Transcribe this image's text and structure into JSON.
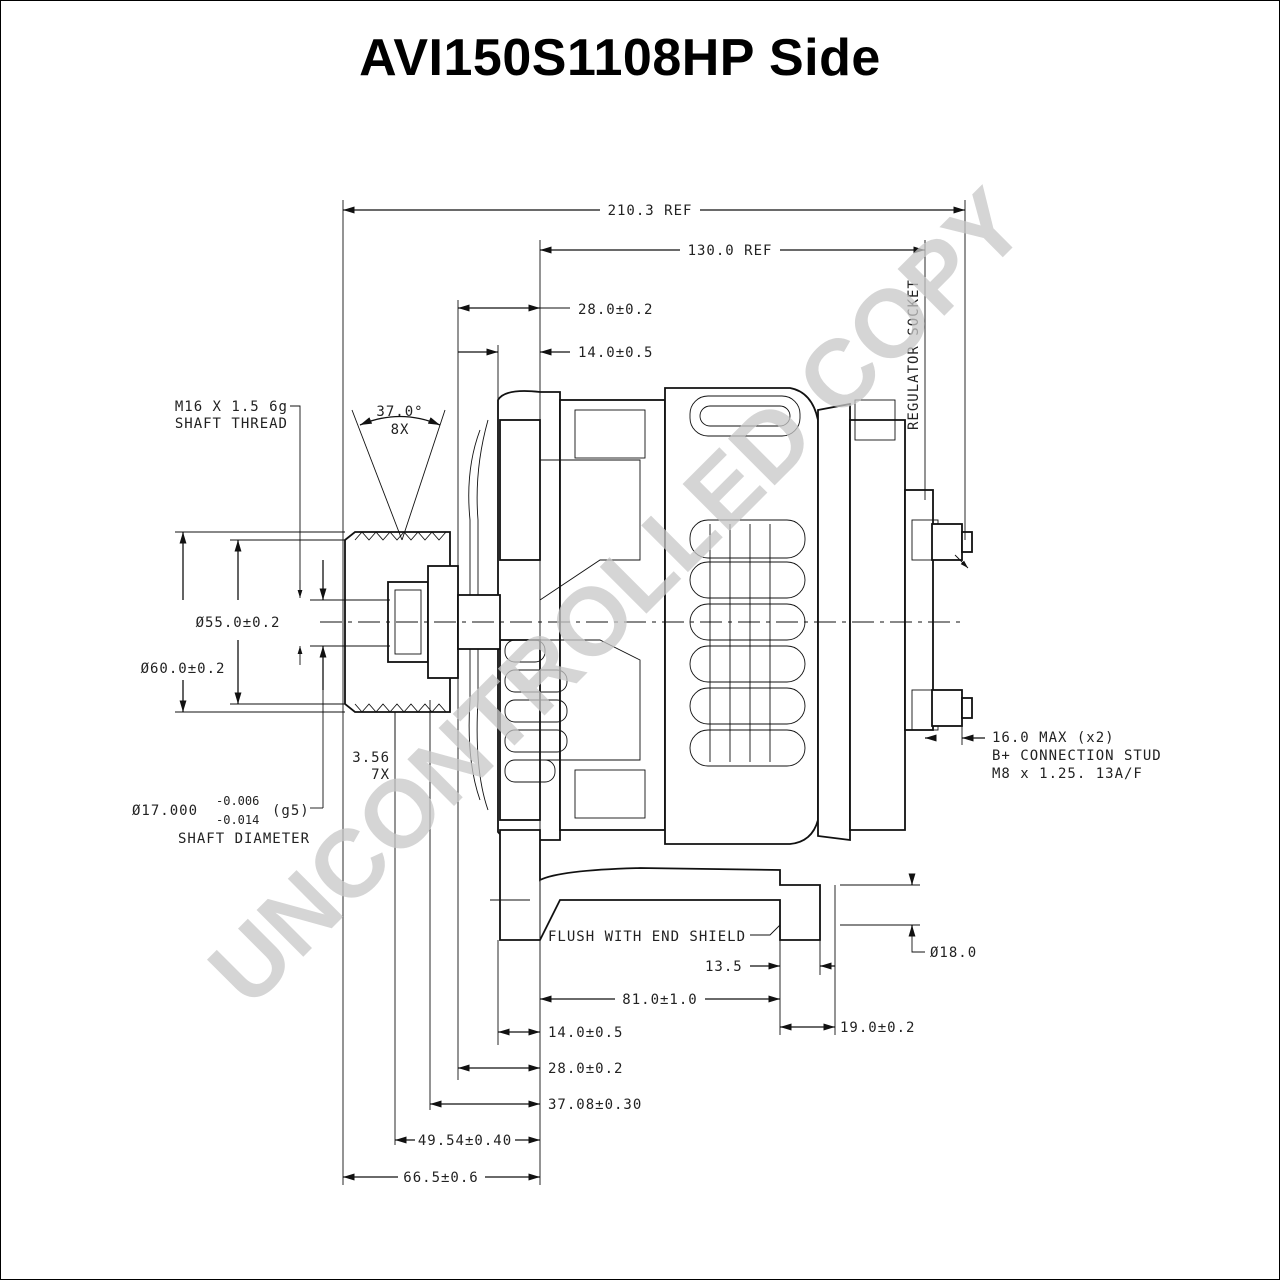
{
  "title": "AVI150S1108HP Side",
  "watermark": "UNCONTROLLED COPY",
  "dimensions": {
    "overall_length": "210.3 REF",
    "body_length": "130.0 REF",
    "mount_front_28": "28.0±0.2",
    "mount_front_14": "14.0±0.5",
    "groove_angle": "37.0°",
    "groove_angle_count": "8X",
    "shaft_thread_1": "M16 X 1.5 6g",
    "shaft_thread_2": "SHAFT THREAD",
    "pulley_dia_55": "Ø55.0±0.2",
    "pulley_dia_60": "Ø60.0±0.2",
    "groove_pitch": "3.56",
    "groove_pitch_count": "7X",
    "shaft_dia_prefix": "Ø17.000",
    "shaft_dia_upper": "-0.006",
    "shaft_dia_lower": "-0.014",
    "shaft_dia_fit": "(g5)",
    "shaft_dia_label": "SHAFT DIAMETER",
    "regulator": "REGULATOR SOCKET",
    "stud_max": "16.0 MAX (x2)",
    "stud_label": "B+ CONNECTION STUD",
    "stud_thread": "M8 x 1.25. 13A/F",
    "flush": "FLUSH WITH END SHIELD",
    "hole_dia": "Ø18.0",
    "dim_13_5": "13.5",
    "dim_81": "81.0±1.0",
    "dim_19": "19.0±0.2",
    "dim_14_bottom": "14.0±0.5",
    "dim_28_bottom": "28.0±0.2",
    "dim_37": "37.08±0.30",
    "dim_49": "49.54±0.40",
    "dim_66": "66.5±0.6"
  }
}
